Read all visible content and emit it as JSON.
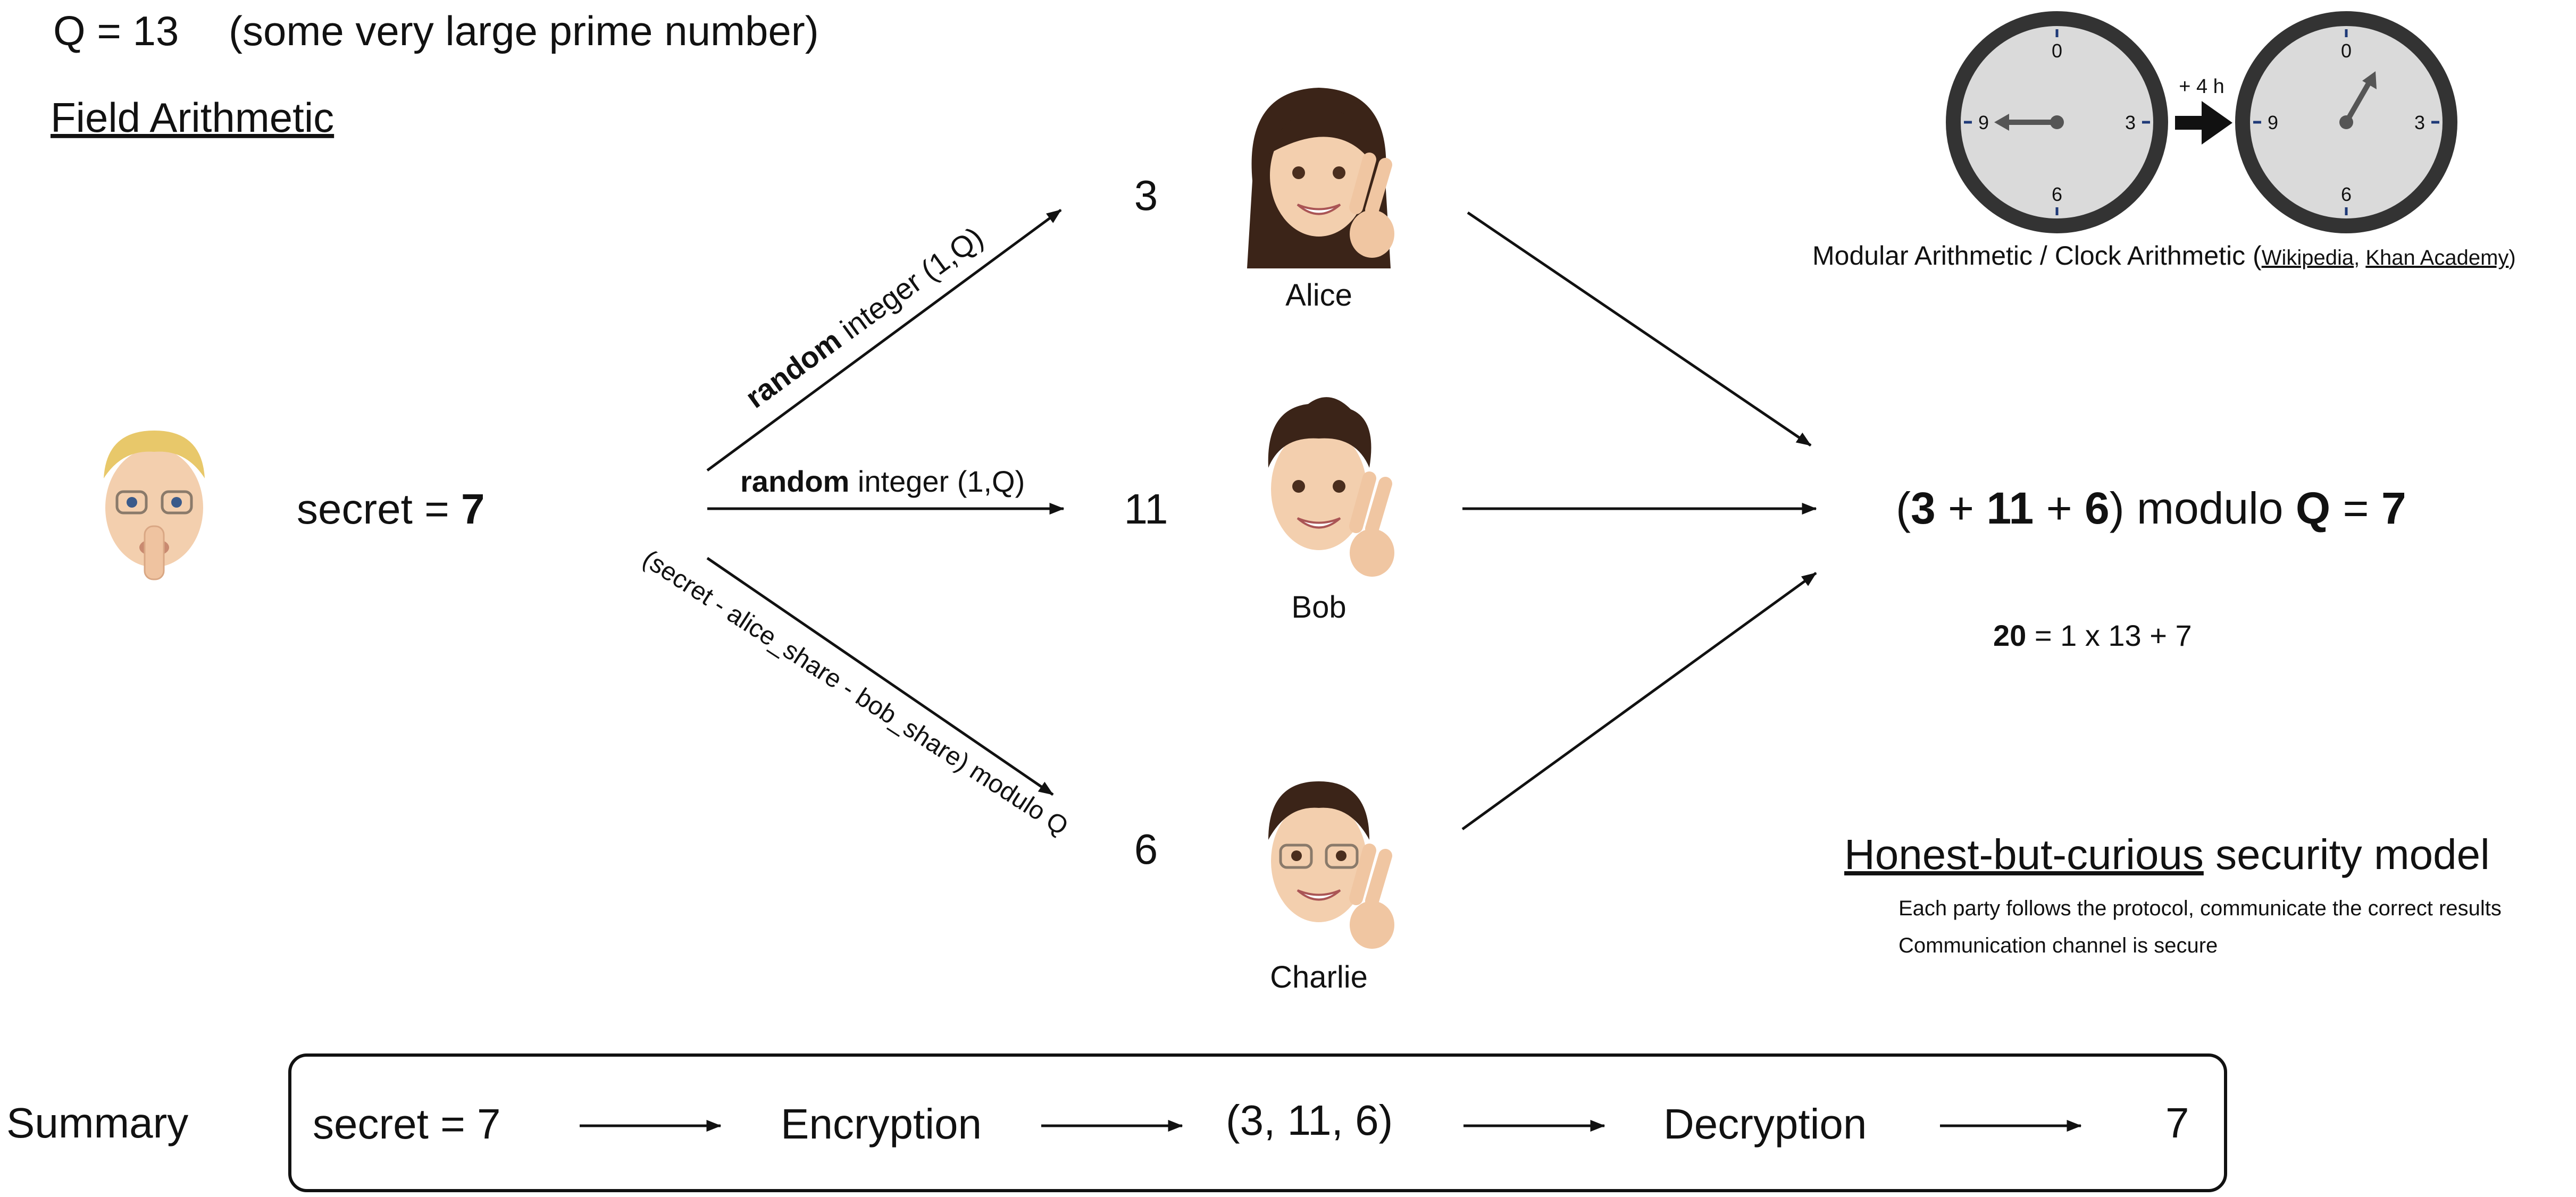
{
  "header": {
    "q_prefix": "Q = ",
    "q_value": "13",
    "q_note": "(some very large prime number)",
    "field_title": "Field Arithmetic"
  },
  "dealer": {
    "secret_prefix": "secret = ",
    "secret_value": "7"
  },
  "arrows": {
    "alice_label_bold": "random",
    "alice_label_rest": " integer (1,Q)",
    "bob_label_bold": "random",
    "bob_label_rest": " integer (1,Q)",
    "charlie_label": "(secret - alice_share - bob_share) modulo Q"
  },
  "parties": [
    {
      "name": "Alice",
      "share": "3"
    },
    {
      "name": "Bob",
      "share": "11"
    },
    {
      "name": "Charlie",
      "share": "6"
    }
  ],
  "reconstruction": {
    "open_paren": "(",
    "a": "3",
    "plus1": " + ",
    "b": "11",
    "plus2": " + ",
    "c": "6",
    "close": ") modulo ",
    "q": "Q",
    "eq": " = ",
    "result": "7",
    "check_bold": "20",
    "check_rest": " = 1 x 13 + 7"
  },
  "clocks": {
    "ticks": [
      "0",
      "3",
      "6",
      "9"
    ],
    "step_label": "+ 4 h",
    "caption_main": "Modular Arithmetic / Clock Arithmetic (",
    "link1": "Wikipedia",
    "sep": ", ",
    "link2": "Khan Academy",
    "caption_end": ")"
  },
  "security": {
    "title_underlined": "Honest-but-curious",
    "title_rest": " security model",
    "line1": "Each party follows the protocol, communicate the correct results",
    "line2": "Communication channel is secure"
  },
  "summary": {
    "label": "Summary",
    "secret": "secret = 7",
    "encryption": "Encryption",
    "shares": "(3, 11, 6)",
    "decryption": "Decryption",
    "result": "7"
  },
  "colors": {
    "ink": "#111111",
    "clock_face": "#dadada",
    "clock_rim": "#333333",
    "clock_numeral": "#1f3a78",
    "hand": "#555555"
  }
}
